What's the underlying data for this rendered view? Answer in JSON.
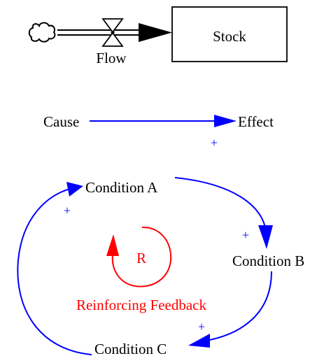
{
  "stock_flow": {
    "stock_label": "Stock",
    "flow_label": "Flow",
    "source_icon": "cloud-icon",
    "valve_icon": "valve-icon"
  },
  "causal_link": {
    "cause_label": "Cause",
    "effect_label": "Effect",
    "polarity": "+"
  },
  "loop": {
    "conditions": {
      "a": "Condition A",
      "b": "Condition B",
      "c": "Condition C"
    },
    "polarities": {
      "a_to_b": "+",
      "b_to_c": "+",
      "c_to_a": "+"
    },
    "loop_marker": "R",
    "loop_label": "Reinforcing Feedback"
  },
  "colors": {
    "text": "#000000",
    "link": "#0000ff",
    "feedback": "#ff0000",
    "stock_border": "#000000",
    "flow_arrow": "#000000"
  }
}
